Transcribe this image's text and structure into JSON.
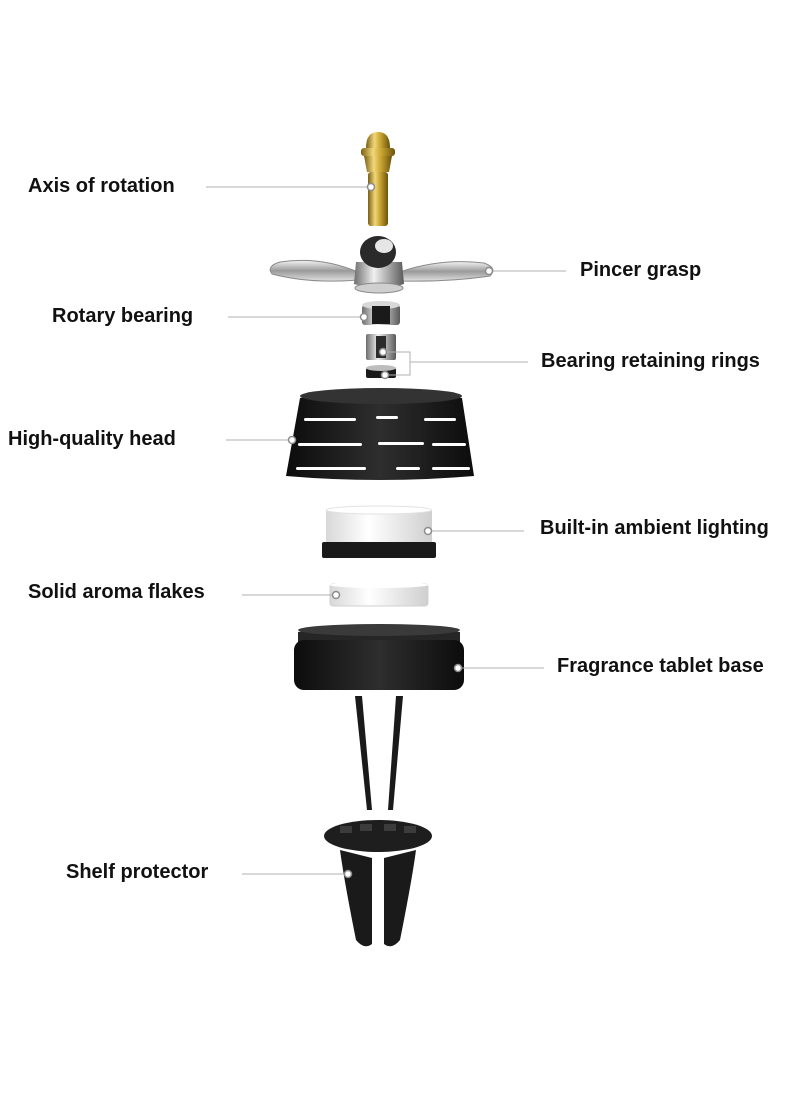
{
  "labels": {
    "axis": "Axis of rotation",
    "pincer": "Pincer grasp",
    "rotary": "Rotary bearing",
    "retaining": "Bearing retaining rings",
    "head": "High-quality head",
    "lighting": "Built-in ambient lighting",
    "flakes": "Solid aroma flakes",
    "base": "Fragrance tablet base",
    "protector": "Shelf protector"
  },
  "colors": {
    "background": "#ffffff",
    "label_text": "#111111",
    "leader_line": "#b0b0b0",
    "part_black": "#1a1a1a",
    "brass": "#c9a531",
    "chrome": "#c8c8c8",
    "white_part": "#f2f2f2"
  }
}
